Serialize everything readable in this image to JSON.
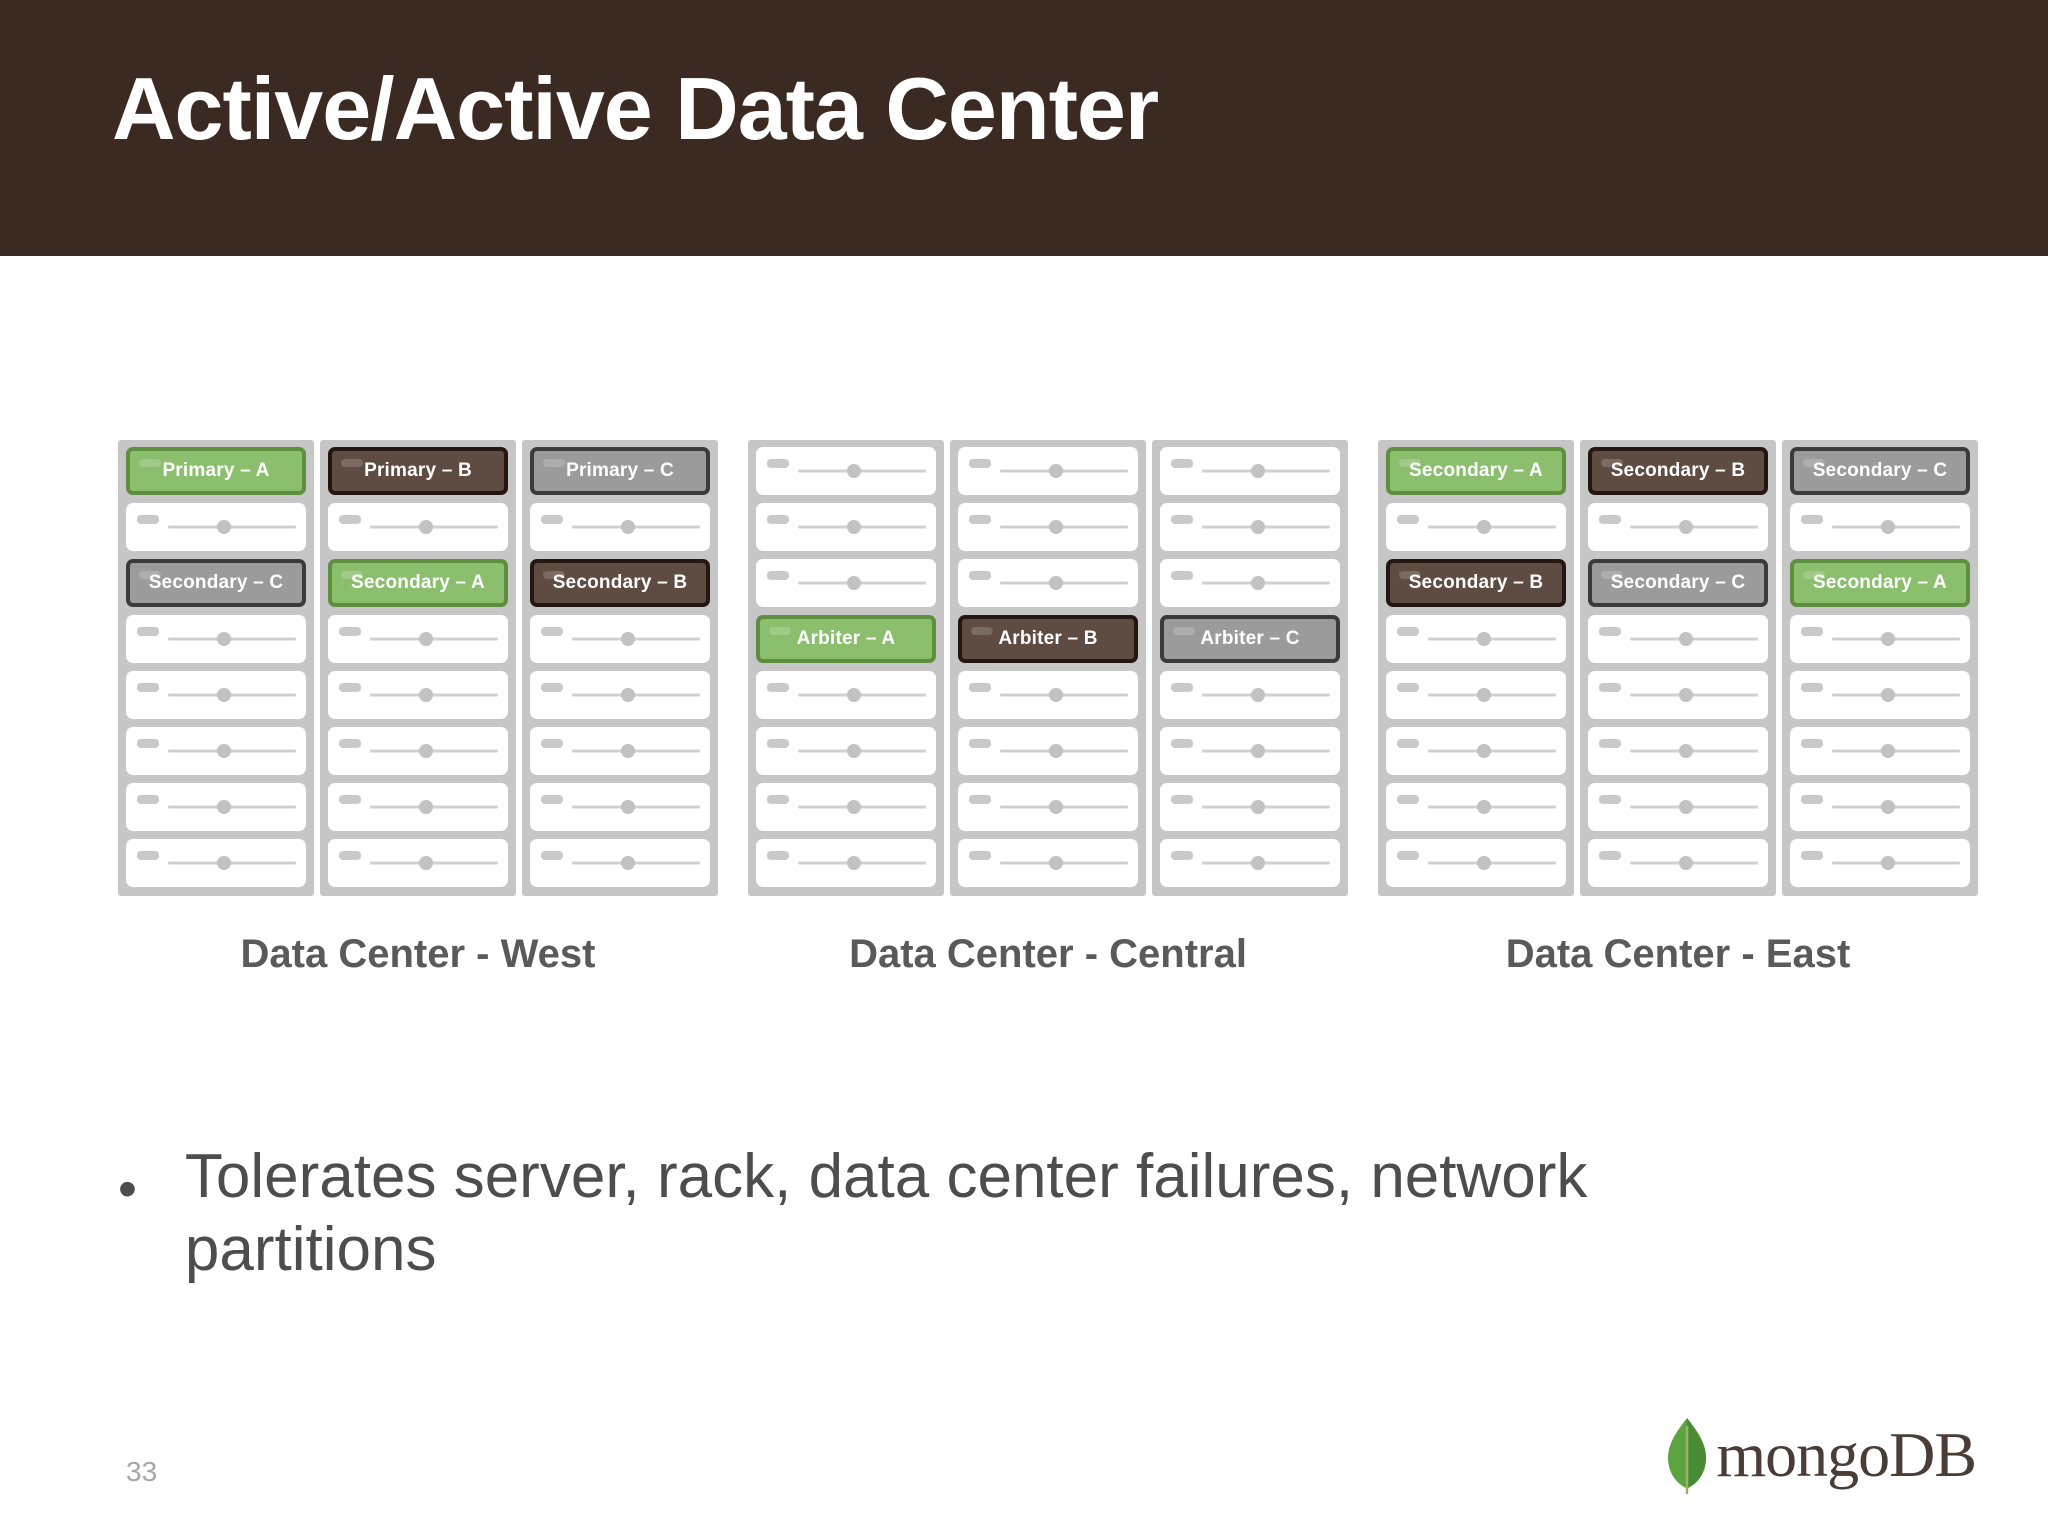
{
  "header": {
    "title": "Active/Active Data Center"
  },
  "diagram": {
    "data_centers": [
      {
        "label": "Data Center - West",
        "racks": [
          {
            "slots": [
              {
                "type": "node",
                "color": "green",
                "label": "Primary – A"
              },
              {
                "type": "empty"
              },
              {
                "type": "node",
                "color": "gray",
                "label": "Secondary – C"
              },
              {
                "type": "empty"
              },
              {
                "type": "empty"
              },
              {
                "type": "empty"
              },
              {
                "type": "empty"
              },
              {
                "type": "empty"
              }
            ]
          },
          {
            "slots": [
              {
                "type": "node",
                "color": "brown",
                "label": "Primary – B"
              },
              {
                "type": "empty"
              },
              {
                "type": "node",
                "color": "green",
                "label": "Secondary – A"
              },
              {
                "type": "empty"
              },
              {
                "type": "empty"
              },
              {
                "type": "empty"
              },
              {
                "type": "empty"
              },
              {
                "type": "empty"
              }
            ]
          },
          {
            "slots": [
              {
                "type": "node",
                "color": "gray",
                "label": "Primary – C"
              },
              {
                "type": "empty"
              },
              {
                "type": "node",
                "color": "brown",
                "label": "Secondary – B"
              },
              {
                "type": "empty"
              },
              {
                "type": "empty"
              },
              {
                "type": "empty"
              },
              {
                "type": "empty"
              },
              {
                "type": "empty"
              }
            ]
          }
        ]
      },
      {
        "label": "Data Center - Central",
        "racks": [
          {
            "slots": [
              {
                "type": "empty"
              },
              {
                "type": "empty"
              },
              {
                "type": "empty"
              },
              {
                "type": "node",
                "color": "green",
                "label": "Arbiter – A"
              },
              {
                "type": "empty"
              },
              {
                "type": "empty"
              },
              {
                "type": "empty"
              },
              {
                "type": "empty"
              }
            ]
          },
          {
            "slots": [
              {
                "type": "empty"
              },
              {
                "type": "empty"
              },
              {
                "type": "empty"
              },
              {
                "type": "node",
                "color": "brown",
                "label": "Arbiter – B"
              },
              {
                "type": "empty"
              },
              {
                "type": "empty"
              },
              {
                "type": "empty"
              },
              {
                "type": "empty"
              }
            ]
          },
          {
            "slots": [
              {
                "type": "empty"
              },
              {
                "type": "empty"
              },
              {
                "type": "empty"
              },
              {
                "type": "node",
                "color": "gray",
                "label": "Arbiter – C"
              },
              {
                "type": "empty"
              },
              {
                "type": "empty"
              },
              {
                "type": "empty"
              },
              {
                "type": "empty"
              }
            ]
          }
        ]
      },
      {
        "label": "Data Center - East",
        "racks": [
          {
            "slots": [
              {
                "type": "node",
                "color": "green",
                "label": "Secondary – A"
              },
              {
                "type": "empty"
              },
              {
                "type": "node",
                "color": "brown",
                "label": "Secondary – B"
              },
              {
                "type": "empty"
              },
              {
                "type": "empty"
              },
              {
                "type": "empty"
              },
              {
                "type": "empty"
              },
              {
                "type": "empty"
              }
            ]
          },
          {
            "slots": [
              {
                "type": "node",
                "color": "brown",
                "label": "Secondary – B"
              },
              {
                "type": "empty"
              },
              {
                "type": "node",
                "color": "gray",
                "label": "Secondary – C"
              },
              {
                "type": "empty"
              },
              {
                "type": "empty"
              },
              {
                "type": "empty"
              },
              {
                "type": "empty"
              },
              {
                "type": "empty"
              }
            ]
          },
          {
            "slots": [
              {
                "type": "node",
                "color": "gray",
                "label": "Secondary – C"
              },
              {
                "type": "empty"
              },
              {
                "type": "node",
                "color": "green",
                "label": "Secondary – A"
              },
              {
                "type": "empty"
              },
              {
                "type": "empty"
              },
              {
                "type": "empty"
              },
              {
                "type": "empty"
              },
              {
                "type": "empty"
              }
            ]
          }
        ]
      }
    ]
  },
  "body": {
    "bullet_marker": "•",
    "bullet_text": "Tolerates server, rack, data center failures, network partitions"
  },
  "footer": {
    "page_number": "33",
    "logo_text": "mongoDB"
  },
  "colors": {
    "header_bg": "#3a2a22",
    "green": "#8bbf6e",
    "green_border": "#5e8f3f",
    "brown": "#5e4b41",
    "brown_border": "#241710",
    "gray": "#9b9b9b",
    "gray_border": "#3b3b3b",
    "rack_bg": "#c6c6c6",
    "body_text": "#4d4d4d",
    "label_text": "#5a5a5a",
    "leaf_green": "#5ba43f"
  }
}
